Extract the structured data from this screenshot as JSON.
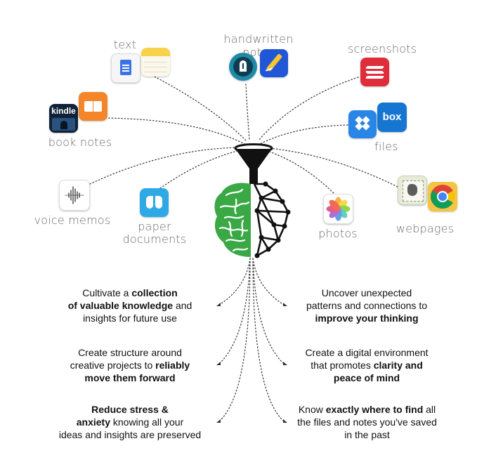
{
  "sources": {
    "text": "text",
    "handwritten": "handwritten notes",
    "screenshots": "screenshots",
    "book_notes": "book notes",
    "files": "files",
    "voice_memos": "voice memos",
    "paper_documents": [
      "paper",
      "documents"
    ],
    "photos": "photos",
    "webpages": "webpages"
  },
  "icon_text": {
    "kindle": "kindle",
    "box": "box"
  },
  "outcomes": {
    "left": [
      [
        {
          "t": "Cultivate a ",
          "b": false
        },
        {
          "t": "collection",
          "b": true
        },
        {
          "t": "\n",
          "b": false
        },
        {
          "t": "of valuable knowledge",
          "b": true
        },
        {
          "t": " and",
          "b": false
        },
        {
          "t": "\n",
          "b": false
        },
        {
          "t": "insights for future use",
          "b": false
        }
      ],
      [
        {
          "t": "Create structure around",
          "b": false
        },
        {
          "t": "\n",
          "b": false
        },
        {
          "t": "creative projects to ",
          "b": false
        },
        {
          "t": "reliably",
          "b": true
        },
        {
          "t": "\n",
          "b": false
        },
        {
          "t": "move them forward",
          "b": true
        }
      ],
      [
        {
          "t": "Reduce stress &",
          "b": true
        },
        {
          "t": "\n",
          "b": false
        },
        {
          "t": "anxiety",
          "b": true
        },
        {
          "t": " knowing all your",
          "b": false
        },
        {
          "t": "\n",
          "b": false
        },
        {
          "t": "ideas and insights are preserved",
          "b": false
        }
      ]
    ],
    "right": [
      [
        {
          "t": "Uncover unexpected",
          "b": false
        },
        {
          "t": "\n",
          "b": false
        },
        {
          "t": "patterns and connections to",
          "b": false
        },
        {
          "t": "\n",
          "b": false
        },
        {
          "t": "improve your thinking",
          "b": true
        }
      ],
      [
        {
          "t": "Create a digital environment",
          "b": false
        },
        {
          "t": "\n",
          "b": false
        },
        {
          "t": "that promotes ",
          "b": false
        },
        {
          "t": "clarity and",
          "b": true
        },
        {
          "t": "\n",
          "b": false
        },
        {
          "t": "peace of mind",
          "b": true
        }
      ],
      [
        {
          "t": "Know ",
          "b": false
        },
        {
          "t": "exactly where to find",
          "b": true
        },
        {
          "t": " all",
          "b": false
        },
        {
          "t": "\n",
          "b": false
        },
        {
          "t": "the files and notes you've saved",
          "b": false
        },
        {
          "t": "\n",
          "b": false
        },
        {
          "t": "in the past",
          "b": false
        }
      ]
    ]
  },
  "colors": {
    "brain_green": "#3aa845",
    "network_black": "#111111",
    "dotted_line": "#333333"
  }
}
